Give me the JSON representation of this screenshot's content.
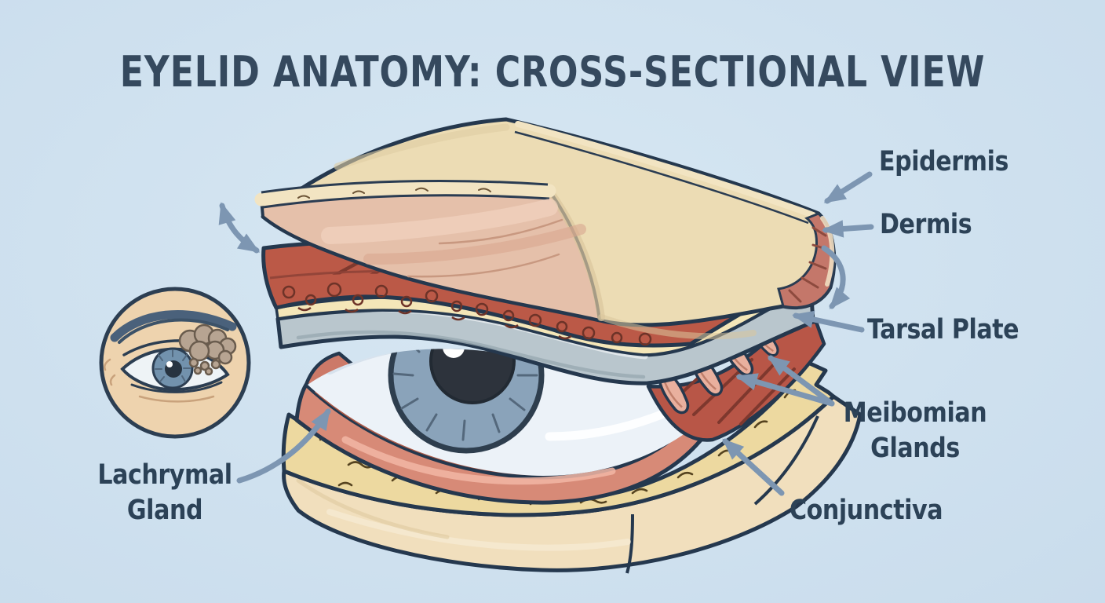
{
  "title": "EYELID ANATOMY: CROSS-SECTIONAL VIEW",
  "labels": {
    "epidermis": {
      "text": "Epidermis"
    },
    "dermis": {
      "text": "Dermis"
    },
    "tarsal_plate": {
      "text": "Tarsal Plate"
    },
    "meibomian_glands": {
      "line1": "Meibomian",
      "line2": "Glands"
    },
    "conjunctiva": {
      "text": "Conjunctiva"
    },
    "lachrymal_gland": {
      "line1": "Lachrymal",
      "line2": "Gland"
    }
  },
  "colors": {
    "background": "#cfe1ef",
    "title_text": "#35495e",
    "label_text": "#2c4257",
    "arrow": "#7d96b2",
    "outline": "#25384e",
    "skin_tan": "#ecdcb4",
    "dermis_pink": "#e5c0aa",
    "muscle_red": "#bb5947",
    "tarsal_gray": "#b9c6cd",
    "tarsal_yellow": "#edd9a0",
    "conjunctiva_pink": "#d78a77",
    "iris_blue": "#8aa3ba",
    "base_tan": "#f1dfbd"
  }
}
